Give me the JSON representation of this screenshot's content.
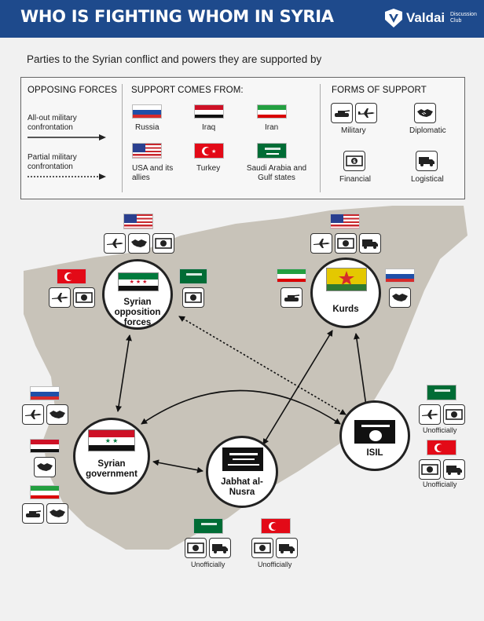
{
  "header": {
    "title": "WHO IS FIGHTING WHOM IN SYRIA",
    "logo_name": "Valdai",
    "logo_sub": "Discussion Club"
  },
  "subtitle": "Parties to the Syrian conflict and powers they are supported by",
  "legend": {
    "opposing_forces": {
      "heading": "OPPOSING FORCES",
      "all_out": "All-out military confrontation",
      "partial": "Partial military confrontation"
    },
    "support_from": {
      "heading": "SUPPORT COMES FROM:",
      "russia": "Russia",
      "iraq": "Iraq",
      "iran": "Iran",
      "usa": "USA and its allies",
      "turkey": "Turkey",
      "saudi": "Saudi Arabia and Gulf states"
    },
    "forms": {
      "heading": "FORMS OF SUPPORT",
      "military": "Military",
      "diplomatic": "Diplomatic",
      "financial": "Financial",
      "logistical": "Logistical"
    }
  },
  "nodes": {
    "opposition": "Syrian opposition forces",
    "kurds": "Kurds",
    "government": "Syrian government",
    "nusra": "Jabhat al-Nusra",
    "isil": "ISIL"
  },
  "notes": {
    "unofficially": "Unofficially"
  },
  "colors": {
    "header": "#1e4a8c",
    "node_border": "#222222",
    "map": "#a59d8a"
  }
}
